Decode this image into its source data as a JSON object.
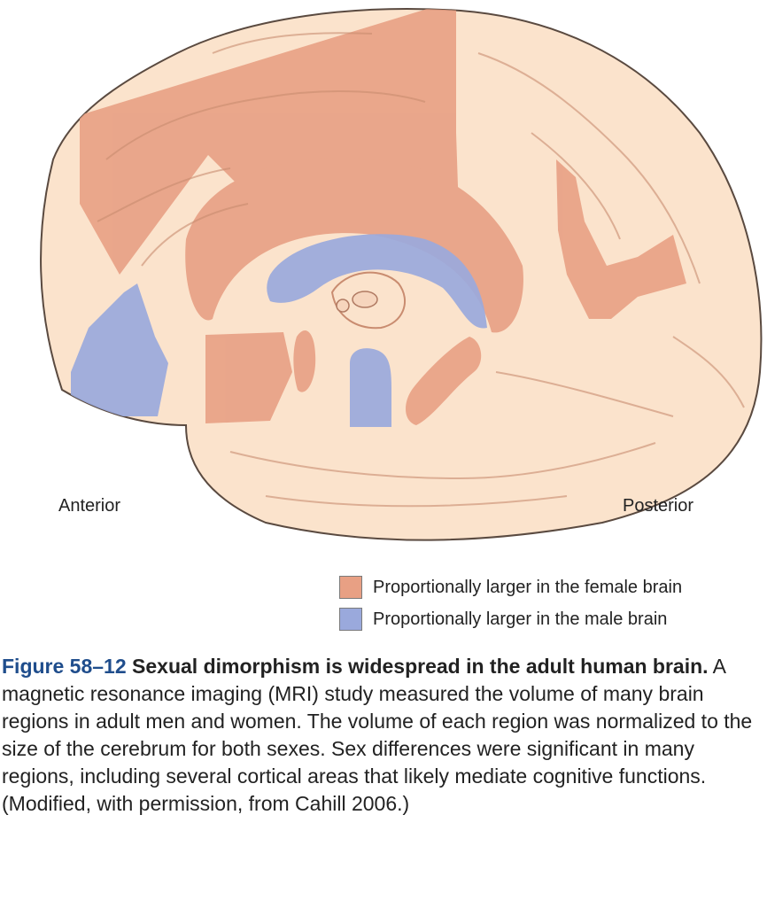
{
  "labels": {
    "anterior": "Anterior",
    "posterior": "Posterior"
  },
  "legend": [
    {
      "label": "Proportionally larger in the female brain",
      "color": "#e8a084"
    },
    {
      "label": "Proportionally larger in the male brain",
      "color": "#9aa9dc"
    }
  ],
  "caption": {
    "figure_label": "Figure 58–12",
    "title": "Sexual dimorphism is widespread in the adult human brain.",
    "body": "A magnetic resonance imaging (MRI) study measured the volume of many brain regions in adult men and women. The volume of each region was normalized to the size of the cerebrum for both sexes. Sex differences were significant in many regions, including several cortical areas that likely mediate cognitive functions. (Modified, with permission, from Cahill 2006.)"
  },
  "colors": {
    "brain_base": "#fbe3cc",
    "female": "#e8a084",
    "male": "#9aa9dc",
    "accent": "#1f4d8c"
  }
}
